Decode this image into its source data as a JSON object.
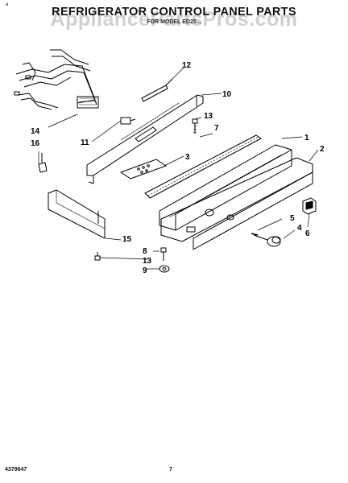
{
  "header": {
    "title": "REFRIGERATOR CONTROL PANEL PARTS",
    "subtitle": "FOR MODEL ED25...",
    "watermark": "AppliancePartsPros.com",
    "corner_mark": "a"
  },
  "callouts": {
    "c1": "1",
    "c2": "2",
    "c3": "3",
    "c4": "4",
    "c5": "5",
    "c6": "6",
    "c7": "7",
    "c8": "8",
    "c9": "9",
    "c10": "10",
    "c11": "11",
    "c12": "12",
    "c13a": "13",
    "c13b": "13",
    "c14": "14",
    "c15": "15",
    "c16": "16"
  },
  "footer": {
    "doc_number": "4379647",
    "page_number": "7"
  }
}
